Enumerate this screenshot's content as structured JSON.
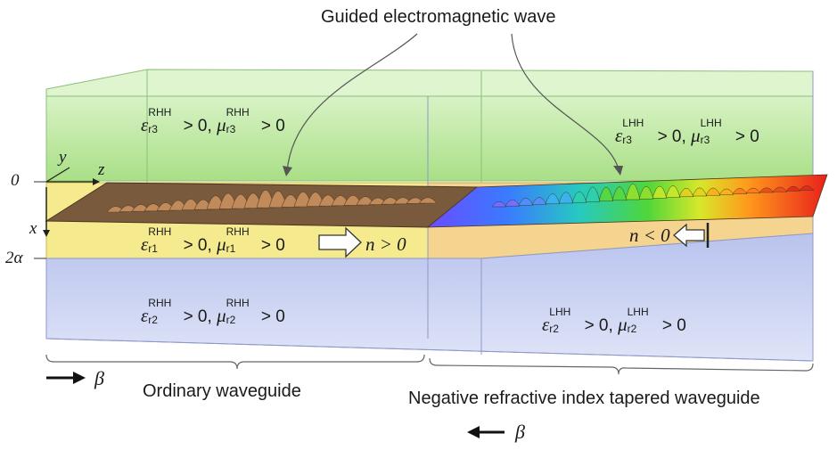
{
  "title": "Guided electromagnetic wave",
  "axes": {
    "x": "x",
    "y": "y",
    "z": "z",
    "zero": "0",
    "two_alpha": "2α"
  },
  "left_section": {
    "caption": "Ordinary waveguide",
    "top_layer": {
      "sym": "ε",
      "sup": "RHH",
      "sub": "r3",
      "sym2": "μ",
      "sup2": "RHH",
      "sub2": "r3",
      "rel": "> 0"
    },
    "middle_layer": {
      "sym": "ε",
      "sup": "RHH",
      "sub": "r1",
      "sym2": "μ",
      "sup2": "RHH",
      "sub2": "r1",
      "rel": "> 0",
      "n_label": "n > 0"
    },
    "bottom_layer": {
      "sym": "ε",
      "sup": "RHH",
      "sub": "r2",
      "sym2": "μ",
      "sup2": "RHH",
      "sub2": "r2",
      "rel": "> 0"
    }
  },
  "right_section": {
    "caption": "Negative refractive index tapered waveguide",
    "top_layer": {
      "sym": "ε",
      "sup": "LHH",
      "sub": "r3",
      "sym2": "μ",
      "sup2": "LHH",
      "sub2": "r3",
      "rel": "> 0"
    },
    "n_label": "n < 0",
    "bottom_layer": {
      "sym": "ε",
      "sup": "LHH",
      "sub": "r2",
      "sym2": "μ",
      "sup2": "LHH",
      "sub2": "r2",
      "rel": "> 0"
    }
  },
  "beta_forward": "β",
  "beta_backward": "β",
  "colors": {
    "green_layer": "#c9ecb2",
    "yellow_layer": "#f7ee9c",
    "blue_layer": "#c9d1ee",
    "brown_sheet": "#7a5a3c",
    "wave_brown": "#c08a5a"
  }
}
